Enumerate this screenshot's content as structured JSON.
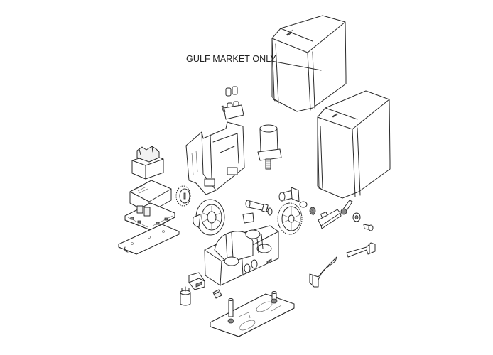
{
  "diagram": {
    "type": "exploded-parts-view",
    "background": "#ffffff",
    "line_color": "#2a2a2a",
    "annotations": [
      {
        "text": "GULF MARKET ONLY",
        "points_to": "cover-large"
      }
    ],
    "parts": [
      {
        "id": "cover-large",
        "description": "Large gate-operator cover (Gulf market)"
      },
      {
        "id": "cover-standard",
        "description": "Standard gate-operator cover"
      },
      {
        "id": "terminal-blocks",
        "description": "Terminal connectors"
      },
      {
        "id": "control-board-bracket",
        "description": "Control board support bracket"
      },
      {
        "id": "capacitor",
        "description": "Cylindrical capacitor"
      },
      {
        "id": "transformer",
        "description": "Transformer"
      },
      {
        "id": "board-cover",
        "description": "Electronic board cover"
      },
      {
        "id": "control-board",
        "description": "Control board"
      },
      {
        "id": "board-base-plate",
        "description": "Board base plate"
      },
      {
        "id": "pinion-gear",
        "description": "Pinion gear"
      },
      {
        "id": "motor-cover-disc",
        "description": "Motor cover disc"
      },
      {
        "id": "drive-shaft",
        "description": "Drive shaft"
      },
      {
        "id": "release-key-cylinder",
        "description": "Release cylinder"
      },
      {
        "id": "worm-gear",
        "description": "Worm gear wheel"
      },
      {
        "id": "spring",
        "description": "Spring"
      },
      {
        "id": "nut",
        "description": "Nut"
      },
      {
        "id": "release-lever-plate",
        "description": "Release lever plate"
      },
      {
        "id": "release-handle",
        "description": "Release handle"
      },
      {
        "id": "washer",
        "description": "Washer"
      },
      {
        "id": "screw",
        "description": "Screw"
      },
      {
        "id": "gearmotor-housing",
        "description": "Gearmotor housing"
      },
      {
        "id": "limit-switch-bracket-a",
        "description": "Limit switch bracket"
      },
      {
        "id": "limit-switch-bracket-b",
        "description": "Limit switch bracket"
      },
      {
        "id": "connector",
        "description": "Connector"
      },
      {
        "id": "cable-clip",
        "description": "Cable clip"
      },
      {
        "id": "bushing",
        "description": "Bushing"
      },
      {
        "id": "foundation-plate",
        "description": "Foundation plate with anchors"
      }
    ]
  }
}
